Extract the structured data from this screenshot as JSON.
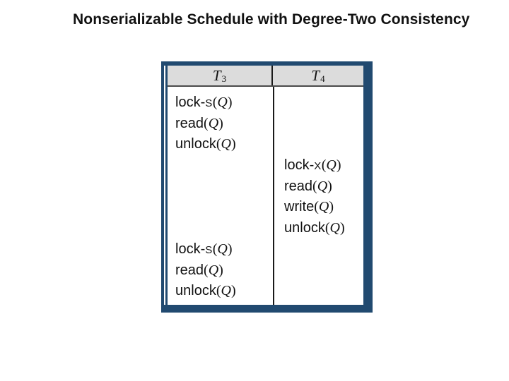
{
  "slide": {
    "title": "Nonserializable Schedule with Degree-Two Consistency"
  },
  "table": {
    "headers": [
      {
        "base": "T",
        "sub": "3"
      },
      {
        "base": "T",
        "sub": "4"
      }
    ],
    "paren_open": "(",
    "paren_close": ")",
    "rows": [
      {
        "column": "T3",
        "pre": "lock-",
        "cap": "S",
        "arg": "Q"
      },
      {
        "column": "T3",
        "pre": "read",
        "cap": "",
        "arg": "Q"
      },
      {
        "column": "T3",
        "pre": "unlock",
        "cap": "",
        "arg": "Q"
      },
      {
        "column": "T4",
        "pre": "lock-",
        "cap": "X",
        "arg": "Q"
      },
      {
        "column": "T4",
        "pre": "read",
        "cap": "",
        "arg": "Q"
      },
      {
        "column": "T4",
        "pre": "write",
        "cap": "",
        "arg": "Q"
      },
      {
        "column": "T4",
        "pre": "unlock",
        "cap": "",
        "arg": "Q"
      },
      {
        "column": "T3",
        "pre": "lock-",
        "cap": "S",
        "arg": "Q"
      },
      {
        "column": "T3",
        "pre": "read",
        "cap": "",
        "arg": "Q"
      },
      {
        "column": "T3",
        "pre": "unlock",
        "cap": "",
        "arg": "Q"
      }
    ]
  },
  "colors": {
    "frame_blue": "#214A70",
    "header_gray": "#DCDCDC",
    "divider_black": "#1A1A1A",
    "header_rule_gray": "#4A4A4A",
    "text_black": "#111111"
  }
}
